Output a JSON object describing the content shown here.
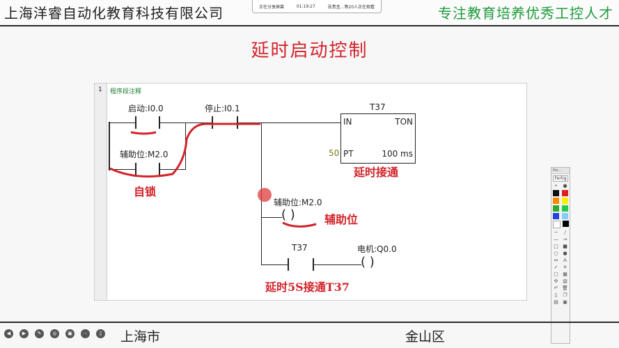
{
  "header": {
    "company": "上海洋睿自动化教育科技有限公司",
    "slogan": "专注教育培养优秀工控人才",
    "share_status": "正在分享屏幕",
    "share_time": "01:19:27",
    "viewers": "张贵圣...等20人正在观看"
  },
  "slide": {
    "title": "延时启动控制"
  },
  "ladder": {
    "rung_number": "1",
    "rung_comment": "程序段注释",
    "start_contact": "启动:I0.0",
    "stop_contact": "停止:I0.1",
    "hold_contact": "辅助位:M2.0",
    "coil_m20": "辅助位:M2.0",
    "t37_contact": "T37",
    "motor_coil": "电机:Q0.0",
    "timer": {
      "name": "T37",
      "in_label": "IN",
      "type_label": "TON",
      "pt_label": "PT",
      "pt_value": "50",
      "base_label": "100 ms"
    },
    "coil_symbol": "(      )"
  },
  "annotations": {
    "self_lock": "自锁",
    "delay_on": "延时接通",
    "aux_bit": "辅助位",
    "delay_note": "延时5S接通T37",
    "color": "#d2232a"
  },
  "palette": {
    "title": "Poi...",
    "fertig": "Fertig",
    "colors": [
      "#111111",
      "#e02020",
      "#ff8800",
      "#ffee00",
      "#2eaa2e",
      "#22cc44",
      "#2244dd",
      "#88ccff",
      "#ffffff",
      "#000000"
    ],
    "tools": [
      "pen-icon",
      "marker-icon",
      "line-icon",
      "arrow-icon",
      "rect-icon",
      "ellipse-icon",
      "text-icon",
      "check-icon",
      "cross-icon",
      "eraser-icon",
      "trash-icon",
      "save-icon"
    ]
  },
  "footer": {
    "city": "上海市",
    "district": "金山区",
    "controls": [
      "prev-icon",
      "next-icon",
      "pen-icon",
      "focus-icon",
      "camera-icon",
      "more-icon",
      "phone-icon"
    ]
  }
}
